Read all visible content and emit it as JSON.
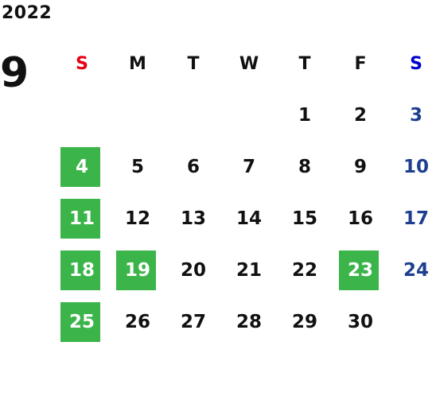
{
  "calendar": {
    "year": "2022",
    "month": "9",
    "weekdays": [
      "S",
      "M",
      "T",
      "W",
      "T",
      "F",
      "S"
    ],
    "weeks": [
      [
        "",
        "",
        "",
        "",
        "1",
        "2",
        "3"
      ],
      [
        "4",
        "5",
        "6",
        "7",
        "8",
        "9",
        "10"
      ],
      [
        "11",
        "12",
        "13",
        "14",
        "15",
        "16",
        "17"
      ],
      [
        "18",
        "19",
        "20",
        "21",
        "22",
        "23",
        "24"
      ],
      [
        "25",
        "26",
        "27",
        "28",
        "29",
        "30",
        ""
      ]
    ],
    "highlighted_days": [
      "4",
      "11",
      "18",
      "19",
      "23",
      "25"
    ],
    "colors": {
      "highlight": "#3bb54a",
      "sunday_header": "#e60012",
      "saturday_header": "#0000cc",
      "saturday_dates": "#1e3f8f",
      "text": "#111111"
    }
  }
}
